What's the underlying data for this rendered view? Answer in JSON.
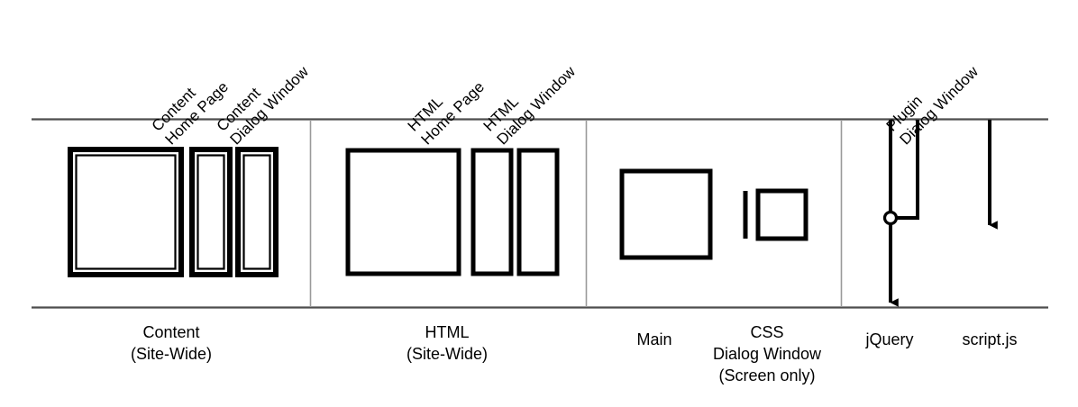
{
  "diagram": {
    "title": "Site structure overlay diagram",
    "colors": {
      "ink": "#000000",
      "rule": "#595959",
      "divider": "#9a9a9a",
      "background": "#ffffff"
    },
    "top_labels": [
      {
        "name": "content-home-page",
        "line1": "Content",
        "line2": "Home Page"
      },
      {
        "name": "content-dialog-window",
        "line1": "Content",
        "line2": "Dialog Window"
      },
      {
        "name": "html-home-page",
        "line1": "HTML",
        "line2": "Home Page"
      },
      {
        "name": "html-dialog-window",
        "line1": "HTML",
        "line2": "Dialog Window"
      },
      {
        "name": "plugin-dialog-window",
        "line1": "Plugin",
        "line2": "Dialog Window"
      }
    ],
    "bottom_labels": [
      {
        "name": "content-site-wide",
        "line1": "Content",
        "line2": "(Site-Wide)",
        "line3": ""
      },
      {
        "name": "html-site-wide",
        "line1": "HTML",
        "line2": "(Site-Wide)",
        "line3": ""
      },
      {
        "name": "main",
        "line1": "Main",
        "line2": "",
        "line3": ""
      },
      {
        "name": "css-dialog-window-screen-only",
        "line1": "CSS",
        "line2": "Dialog Window",
        "line3": "(Screen only)"
      },
      {
        "name": "jquery",
        "line1": "jQuery",
        "line2": "",
        "line3": ""
      },
      {
        "name": "script-js",
        "line1": "script.js",
        "line2": "",
        "line3": ""
      }
    ],
    "groups": [
      {
        "name": "content-group",
        "style": "double-border",
        "count": 3
      },
      {
        "name": "html-group",
        "style": "single-border",
        "count": 3
      },
      {
        "name": "main-css-group",
        "style": "single-border",
        "count": 2
      },
      {
        "name": "script-group",
        "style": "arrows",
        "count": 2
      }
    ]
  }
}
